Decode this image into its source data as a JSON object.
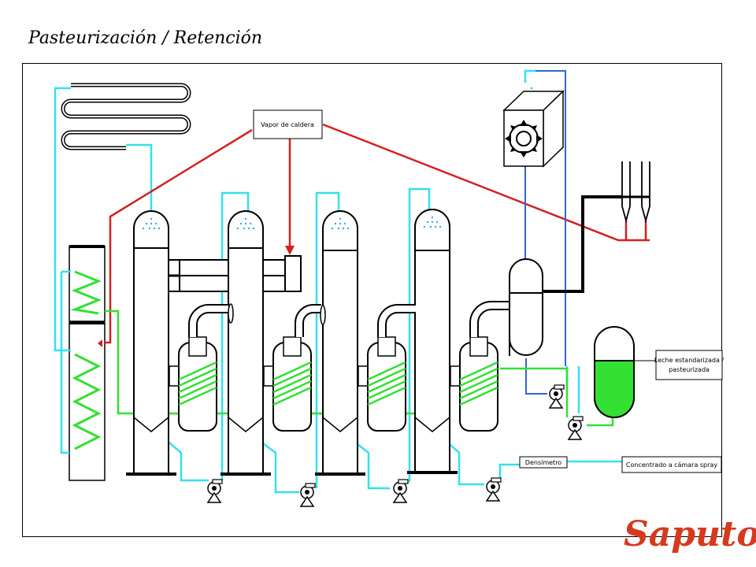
{
  "title": "Pasteurización / Retención",
  "labels": {
    "steam": "Vapor de caldera",
    "milk_line1": "Leche estandarizada /",
    "milk_line2": "pasteurizada",
    "densimeter": "Densímetro",
    "concentrate": "Concentrado a cámara spray"
  },
  "logo": "Saputo",
  "colors": {
    "water": "#33e0f0",
    "product": "#33e033",
    "steam": "#d42020",
    "vacuum": "#3366cc",
    "logo": "#d63a1e"
  }
}
